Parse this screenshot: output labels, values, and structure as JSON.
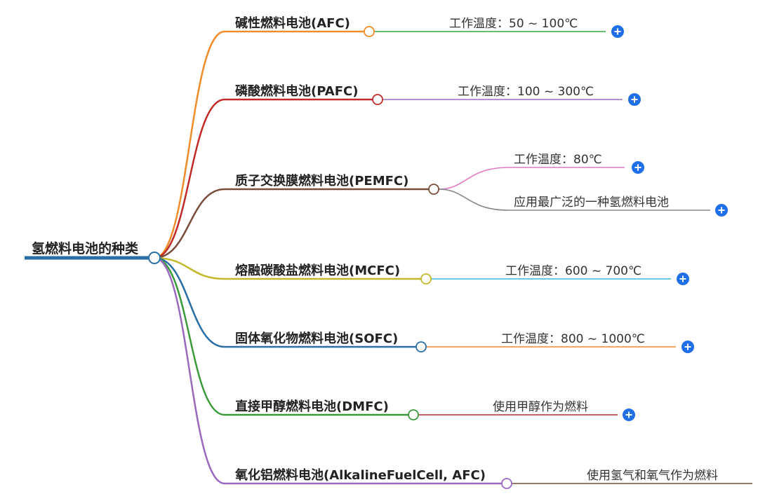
{
  "root": {
    "label": "氢燃料电池的种类"
  },
  "branches": [
    {
      "label": "碱性燃料电池(AFC)",
      "color": "#f08c2a",
      "children": [
        {
          "label": "工作温度：50 ~ 100℃",
          "color": "#3aa63a",
          "expand": true
        }
      ]
    },
    {
      "label": "磷酸燃料电池(PAFC)",
      "color": "#c22a2a",
      "children": [
        {
          "label": "工作温度：100 ~ 300℃",
          "color": "#9b6bbf",
          "expand": true
        }
      ]
    },
    {
      "label": "质子交换膜燃料电池(PEMFC)",
      "color": "#7a4e3a",
      "children": [
        {
          "label": "工作温度：80℃",
          "color": "#e07ac0",
          "expand": true
        },
        {
          "label": "应用最广泛的一种氢燃料电池",
          "color": "#888888",
          "expand": true
        }
      ]
    },
    {
      "label": "熔融碳酸盐燃料电池(MCFC)",
      "color": "#c2b82a",
      "children": [
        {
          "label": "工作温度：600 ~ 700℃",
          "color": "#3ab8d8",
          "expand": true
        }
      ]
    },
    {
      "label": "固体氧化物燃料电池(SOFC)",
      "color": "#2a6ea6",
      "children": [
        {
          "label": "工作温度：800 ~ 1000℃",
          "color": "#f08c2a",
          "expand": true
        }
      ]
    },
    {
      "label": "直接甲醇燃料电池(DMFC)",
      "color": "#3a9a3a",
      "children": [
        {
          "label": "使用甲醇作为燃料",
          "color": "#b03030",
          "expand": true
        }
      ]
    },
    {
      "label": "氧化铝燃料电池(AlkalineFuelCell, AFC)",
      "color": "#9a6abf",
      "children": [
        {
          "label": "使用氢气和氧气作为燃料",
          "color": "#7a4e3a",
          "expand": false
        }
      ]
    }
  ],
  "colors": {
    "root_line": "#2a6ea6",
    "expand_button": "#1e6fe8"
  },
  "icons": {
    "expand": "plus-circle-icon"
  }
}
